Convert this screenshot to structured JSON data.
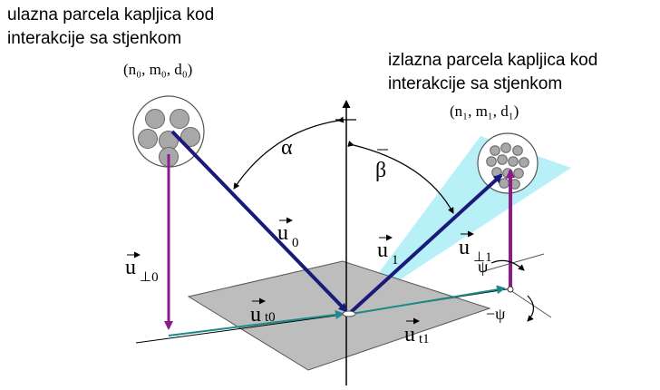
{
  "incoming": {
    "line1": "ulazna parcela kapljica kod",
    "line2": "interakcije sa stjenkom",
    "params": "(n₀, m₀, d₀)"
  },
  "outgoing": {
    "line1": "izlazna parcela kapljica kod",
    "line2": "interakcije sa stjenkom",
    "params": "(n₁, m₁, d₁)"
  },
  "angles": {
    "alpha": "α",
    "beta": "β",
    "psi": "ψ",
    "neg_psi": "−ψ"
  },
  "vectors": {
    "u0": {
      "base": "u",
      "sub": "0"
    },
    "u1": {
      "base": "u",
      "sub": "1"
    },
    "u_perp0": {
      "base": "u",
      "sub": "⊥0"
    },
    "u_perp1": {
      "base": "u",
      "sub": "⊥1"
    },
    "u_t0": {
      "base": "u",
      "sub": "t0"
    },
    "u_t1": {
      "base": "u",
      "sub": "t1"
    }
  },
  "colors": {
    "normal_velocity": "#8b1a8b",
    "incident_reflected": "#1a1a7a",
    "tangential": "#1a8a8a",
    "wall": "#bdbdbd",
    "spray_cone": "#b8f0f8"
  }
}
